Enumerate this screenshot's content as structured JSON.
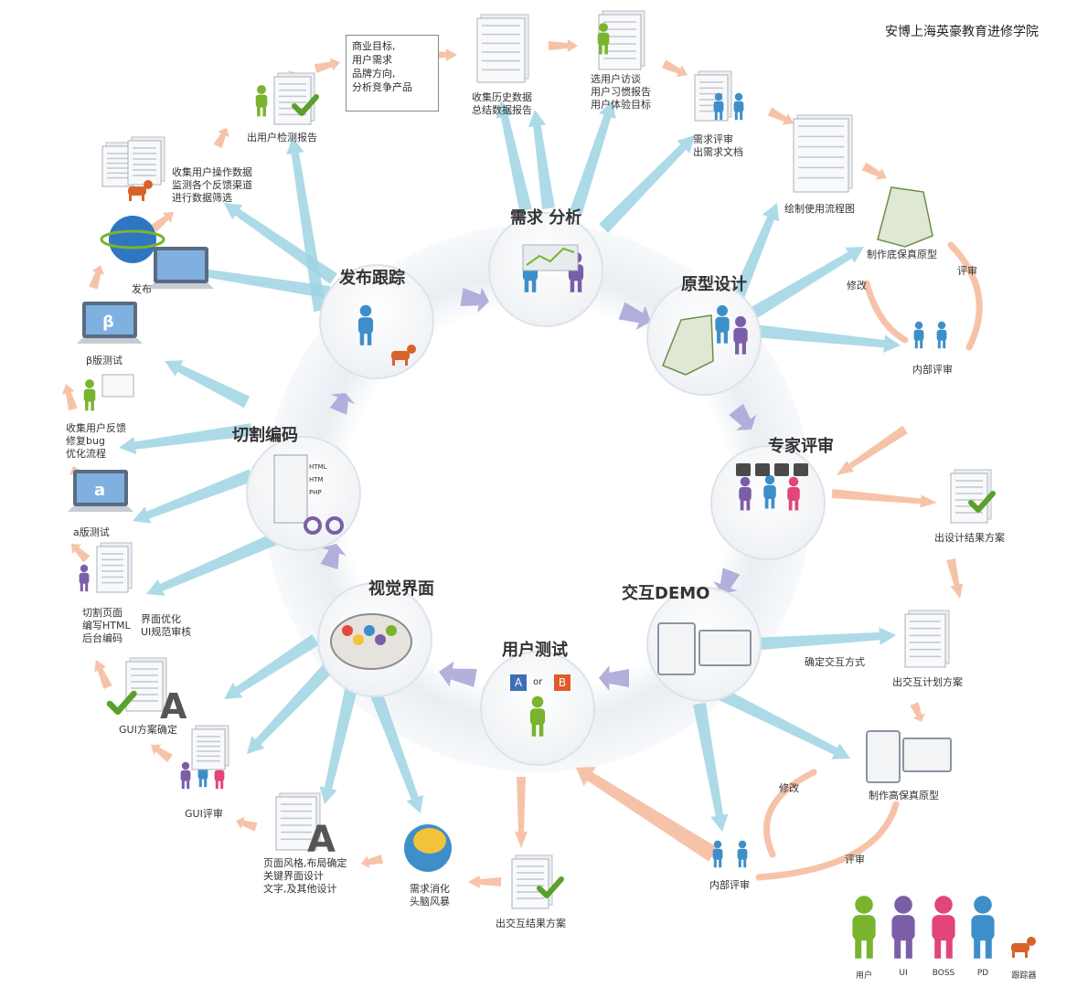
{
  "brand": "安博上海英豪教育进修学院",
  "stages": {
    "requirements": "需求 分析",
    "prototype": "原型设计",
    "expert": "专家评审",
    "demo": "交互DEMO",
    "usertest": "用户测试",
    "visual": "视觉界面",
    "coding": "切割编码",
    "release": "发布跟踪"
  },
  "box_text": "商业目标,\n用户需求\n品牌方向,\n分析竞争产品",
  "labels": {
    "collect_history": "收集历史数据\n总结数据报告",
    "interview": "选用户访谈\n用户习惯报告\n用户体验目标",
    "req_review": "需求评审\n出需求文档",
    "flowchart": "绘制使用流程图",
    "lowfi": "制作底保真原型",
    "modify1": "修改",
    "review1": "评审",
    "internal1": "内部评审",
    "design_result": "出设计结果方案",
    "confirm_interact": "确定交互方式",
    "interact_plan": "出交互计划方案",
    "hifi": "制作高保真原型",
    "modify2": "修改",
    "review2": "评审",
    "internal2": "内部评审",
    "interact_result": "出交互结果方案",
    "brainstorm": "需求消化\n头脑风暴",
    "page_style": "页面风格,布局确定\n关键界面设计\n文字,及其他设计",
    "gui_review": "GUI评审",
    "gui_confirm": "GUI方案确定",
    "cut_page": "切割页面\n编写HTML\n后台编码",
    "ui_opt": "界面优化\nUI规范审核",
    "alpha": "a版测试",
    "feedback": "收集用户反馈\n修复bug\n优化流程",
    "beta": "β版测试",
    "publish": "发布",
    "collect_ops": "收集用户操作数据\n监测各个反馈渠道\n进行数据筛选",
    "detect_report": "出用户检测报告"
  },
  "code_tags": [
    "HTML",
    "HTM",
    "PHP"
  ],
  "ab": {
    "a": "A",
    "or": "or",
    "b": "B"
  },
  "legend": [
    "用户",
    "UI",
    "BOSS",
    "PD",
    "跟踪器"
  ],
  "colors": {
    "user": "#7ab32e",
    "ui": "#7b5ea7",
    "boss": "#e2457a",
    "pd": "#3e8fc9",
    "tracker": "#d9622b",
    "blue_arrow": "#9fd3e3",
    "orange_arrow": "#f4b99a",
    "purple_arrow": "#a7a2d6"
  }
}
